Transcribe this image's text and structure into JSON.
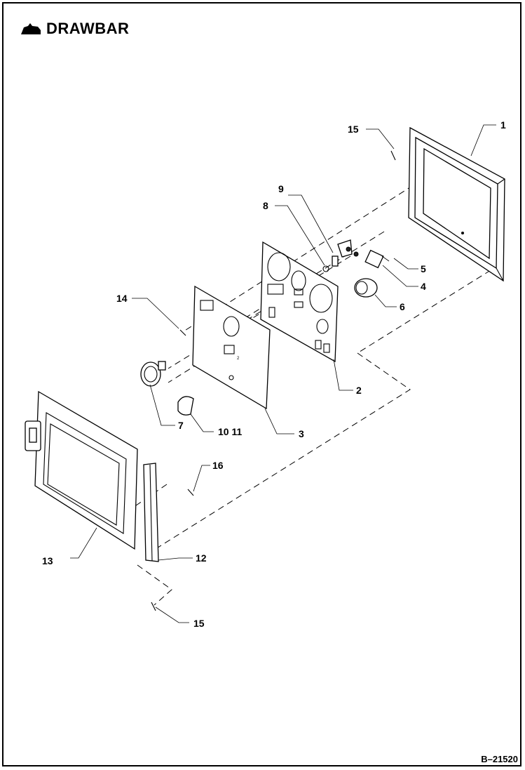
{
  "header": {
    "title": "DRAWBAR",
    "icon": "bobcat-head-icon"
  },
  "doc_id": "B–21520",
  "callouts": {
    "c1": "1",
    "c2": "2",
    "c3": "3",
    "c4": "4",
    "c5": "5",
    "c6": "6",
    "c7": "7",
    "c8": "8",
    "c9": "9",
    "c1011": "10 11",
    "c12": "12",
    "c13": "13",
    "c14": "14",
    "c15a": "15",
    "c15b": "15",
    "c16": "16"
  }
}
